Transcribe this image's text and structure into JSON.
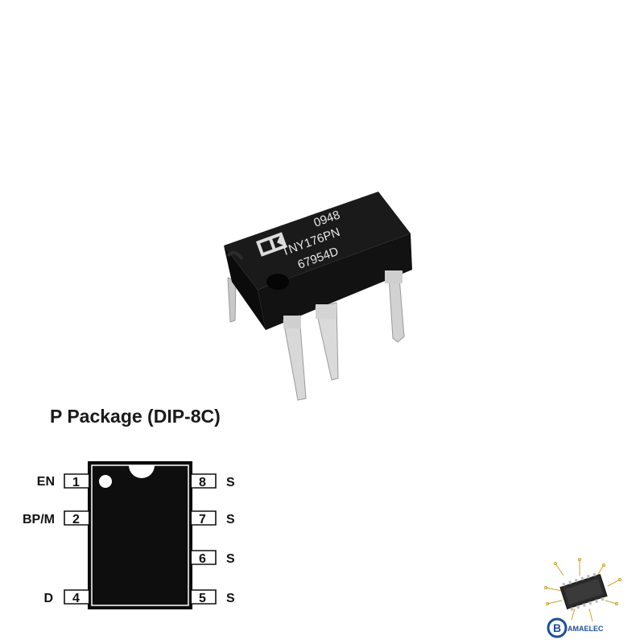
{
  "photo": {
    "marking_lines": [
      "0948",
      "TNY176PN",
      "67954D"
    ]
  },
  "package": {
    "title": "P Package (DIP-8C)"
  },
  "pins": {
    "left": [
      {
        "num": "1",
        "name": "EN"
      },
      {
        "num": "2",
        "name": "BP/M"
      },
      {
        "num": "4",
        "name": "D"
      }
    ],
    "right": [
      {
        "num": "8",
        "name": "S"
      },
      {
        "num": "7",
        "name": "S"
      },
      {
        "num": "6",
        "name": "S"
      },
      {
        "num": "5",
        "name": "S"
      }
    ]
  },
  "brand": {
    "logo_letter": "B",
    "name": "AMAELEC"
  },
  "colors": {
    "ic_body": "#0e0e0e",
    "brand_blue": "#1e4e9a"
  }
}
